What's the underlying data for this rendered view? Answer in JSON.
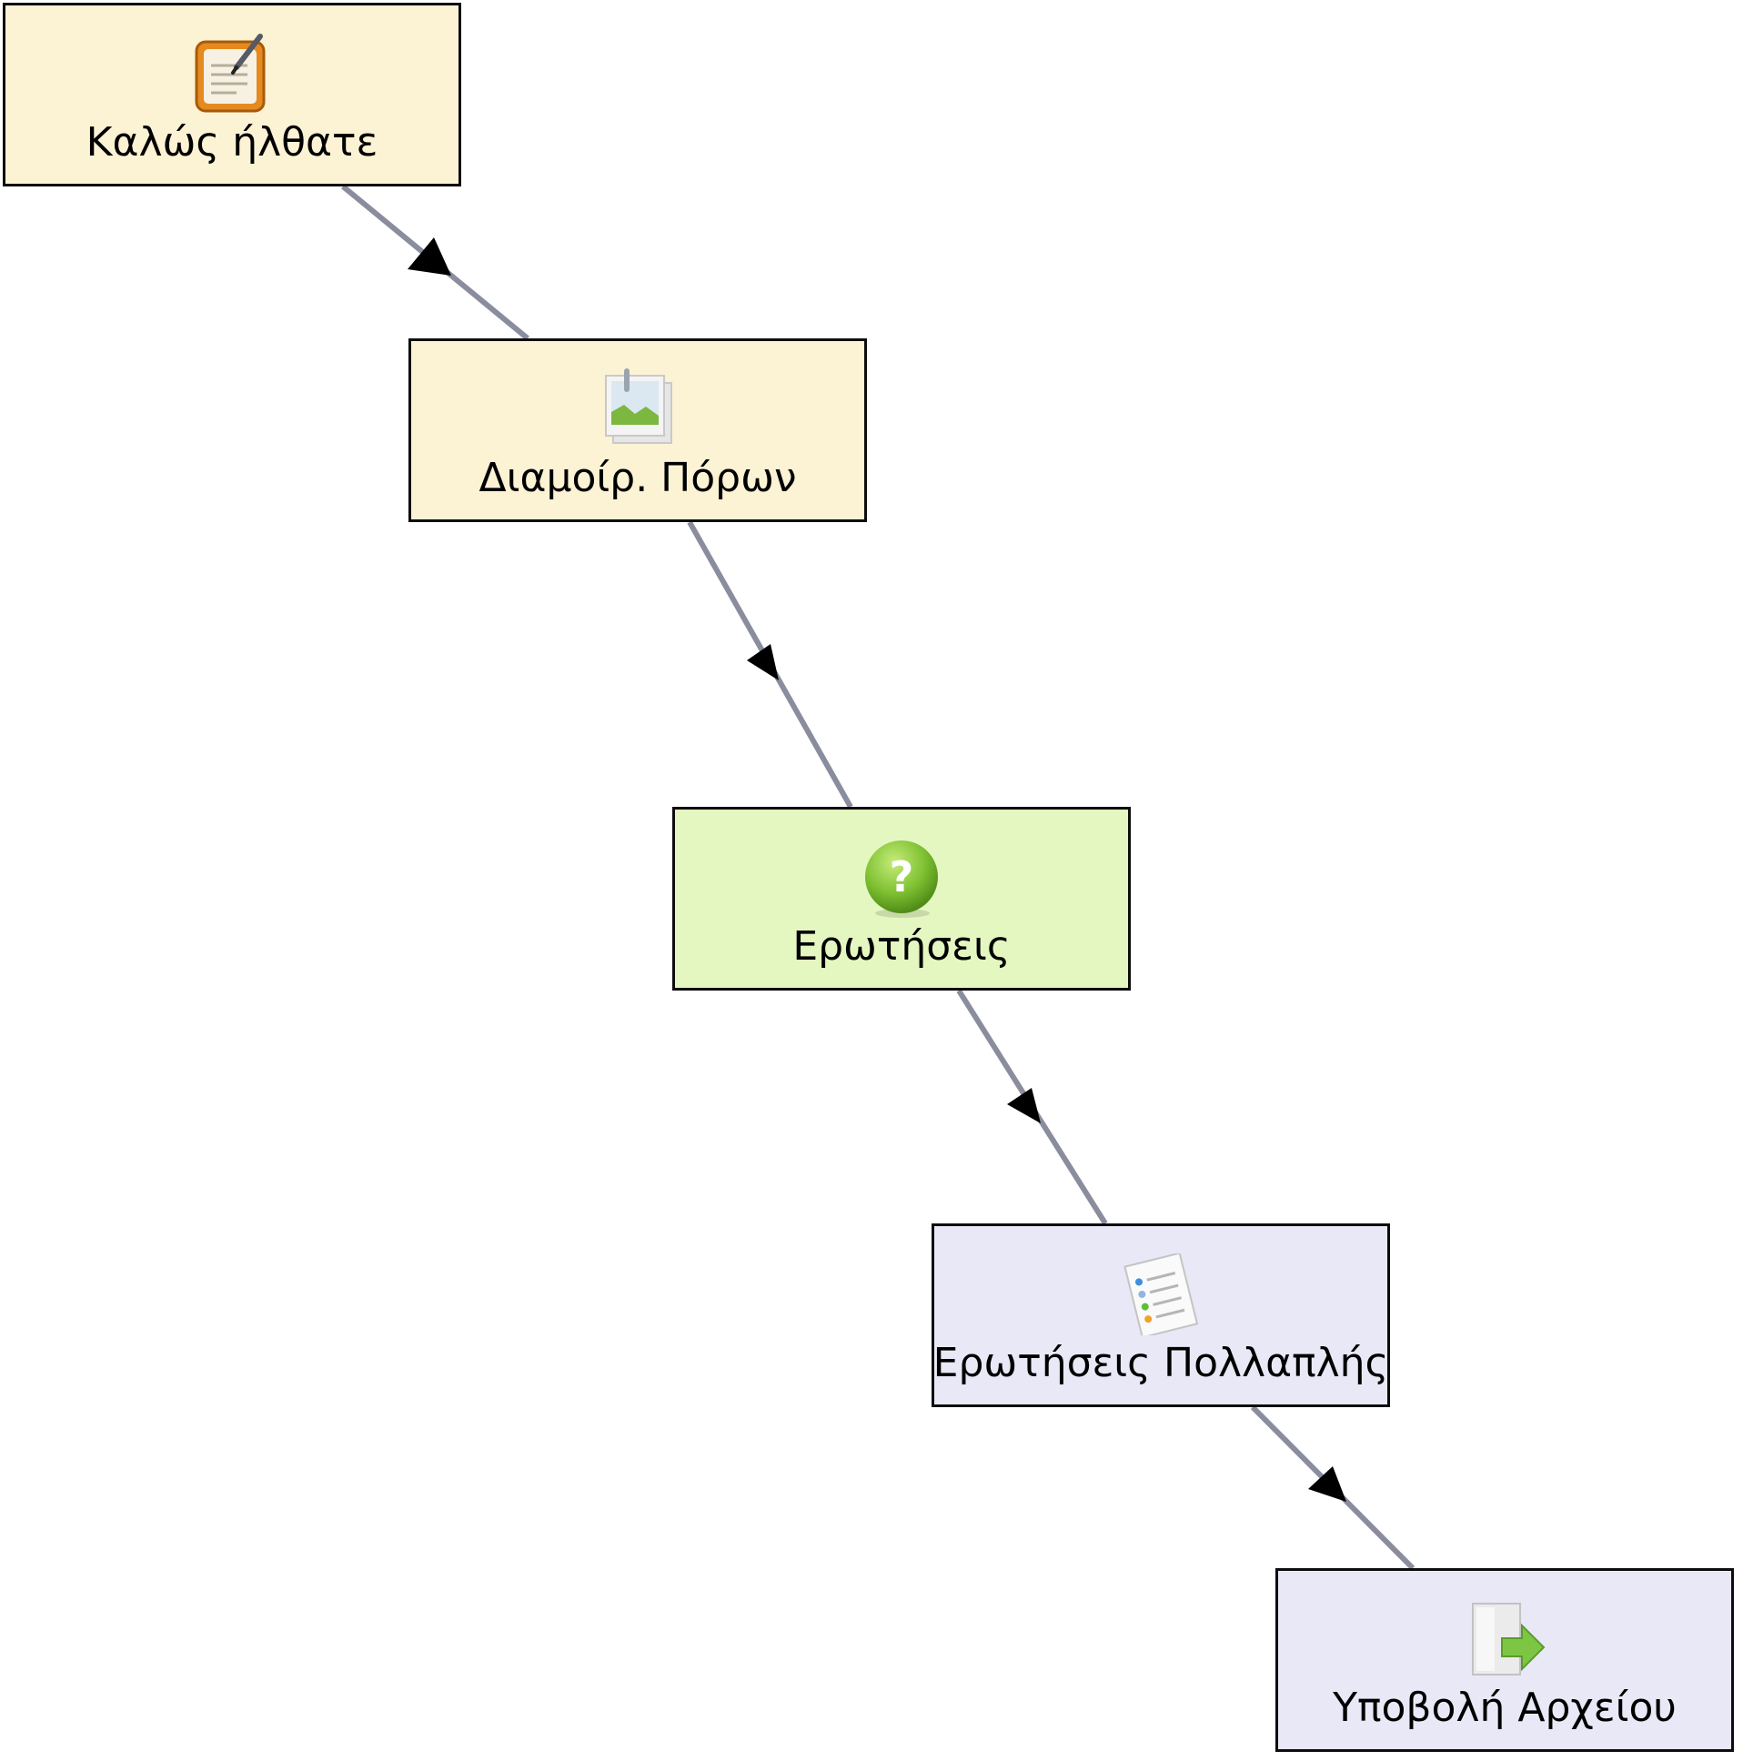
{
  "diagram": {
    "nodes": [
      {
        "id": "welcome",
        "label": "Καλώς ήλθατε",
        "icon": "notepad-icon",
        "fill": "#fcf2d4"
      },
      {
        "id": "resource-sharing",
        "label": "Διαμοίρ. Πόρων",
        "icon": "picture-icon",
        "fill": "#fcf2d4"
      },
      {
        "id": "questions",
        "label": "Ερωτήσεις",
        "icon": "question-icon",
        "fill": "#e4f7c0"
      },
      {
        "id": "multiple-choice",
        "label": "Ερωτήσεις Πολλαπλής",
        "icon": "checklist-icon",
        "fill": "#e8e8f6"
      },
      {
        "id": "file-submission",
        "label": "Υποβολή Αρχείου",
        "icon": "file-submit-icon",
        "fill": "#e8e8f6"
      }
    ],
    "edges": [
      {
        "from": "welcome",
        "to": "resource-sharing"
      },
      {
        "from": "resource-sharing",
        "to": "questions"
      },
      {
        "from": "questions",
        "to": "multiple-choice"
      },
      {
        "from": "multiple-choice",
        "to": "file-submission"
      }
    ],
    "colors": {
      "connector": "#8a8d9e",
      "arrowhead": "#000000",
      "border": "#0d0d0d"
    }
  }
}
